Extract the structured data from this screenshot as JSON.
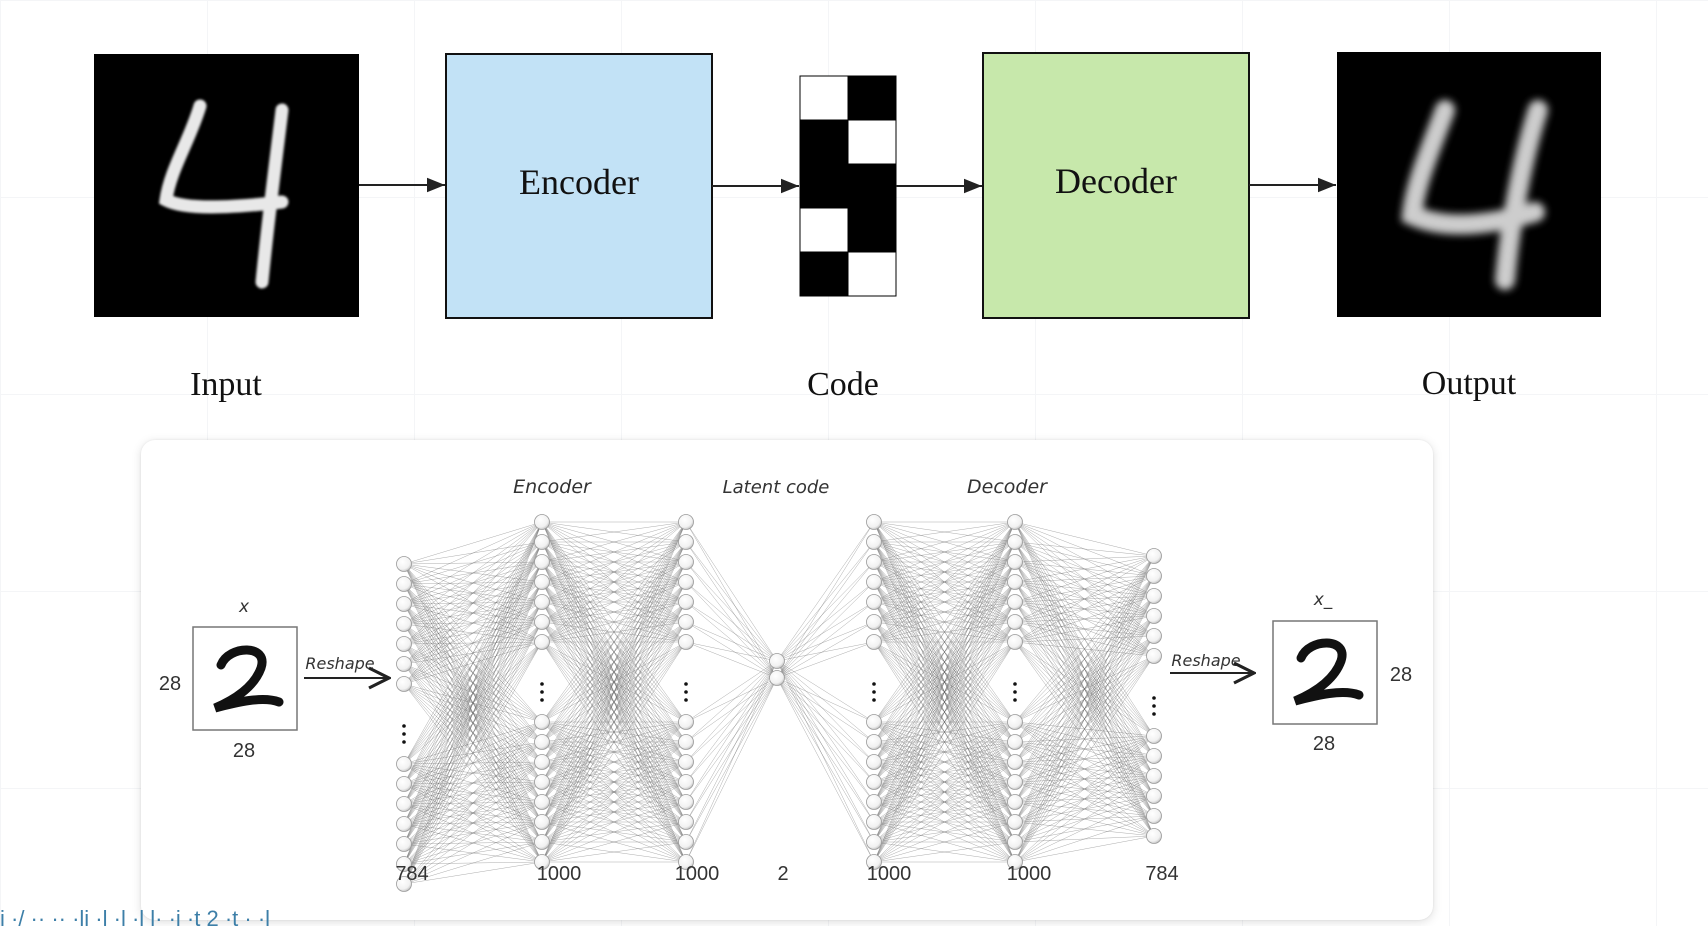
{
  "top_diagram": {
    "encoder_label": "Encoder",
    "decoder_label": "Decoder",
    "input_label": "Input",
    "code_label": "Code",
    "output_label": "Output",
    "colors": {
      "encoder_fill": "#c2e2f6",
      "decoder_fill": "#c7e8ab",
      "image_bg": "#000000"
    },
    "input_digit": "4",
    "output_digit": "4",
    "code_grid": [
      [
        0,
        1
      ],
      [
        1,
        0
      ],
      [
        1,
        1
      ],
      [
        0,
        1
      ],
      [
        1,
        0
      ]
    ]
  },
  "network_diagram": {
    "encoder_label": "Encoder",
    "latent_label": "Latent code",
    "decoder_label": "Decoder",
    "input_symbol": "x",
    "output_symbol": "x_",
    "reshape_in_label": "Reshape",
    "reshape_out_label": "Reshape",
    "input_digit": "2",
    "output_digit": "2",
    "input_height": "28",
    "input_width": "28",
    "output_height": "28",
    "output_width": "28",
    "layer_sizes": [
      "784",
      "1000",
      "1000",
      "2",
      "1000",
      "1000",
      "784"
    ]
  },
  "footer": {
    "text": "i          ·/  ··  ··  ·li  ·l ·l   ·l    l·  ·i     ·t  2  ·t  ·   ·l "
  }
}
